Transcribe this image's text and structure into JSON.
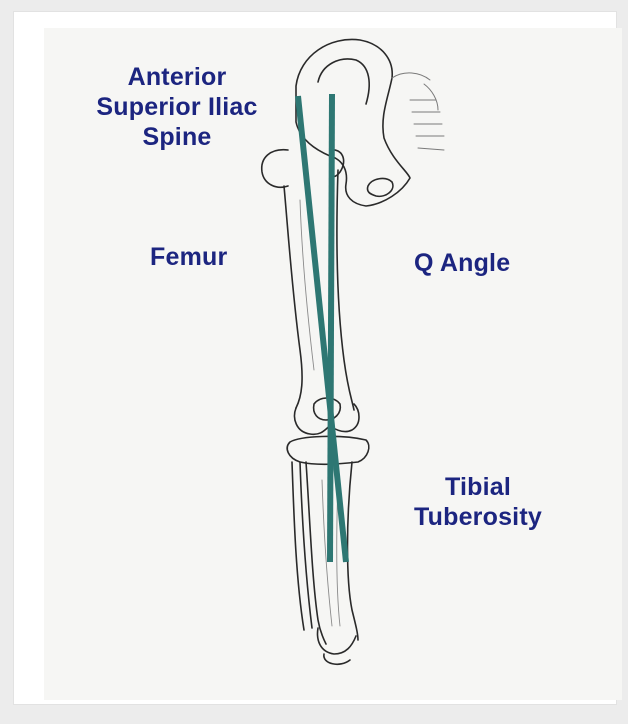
{
  "labels": {
    "asis": [
      "Anterior",
      "Superior Iliac",
      "Spine"
    ],
    "femur": "Femur",
    "q_angle": "Q Angle",
    "tibial": [
      "Tibial",
      "Tuberosity"
    ]
  },
  "colors": {
    "label_text": "#1c2580",
    "q_lines": "#2e7773",
    "bone_outline": "#2a2a2a",
    "background": "#ececec",
    "paper": "#f6f6f4"
  }
}
